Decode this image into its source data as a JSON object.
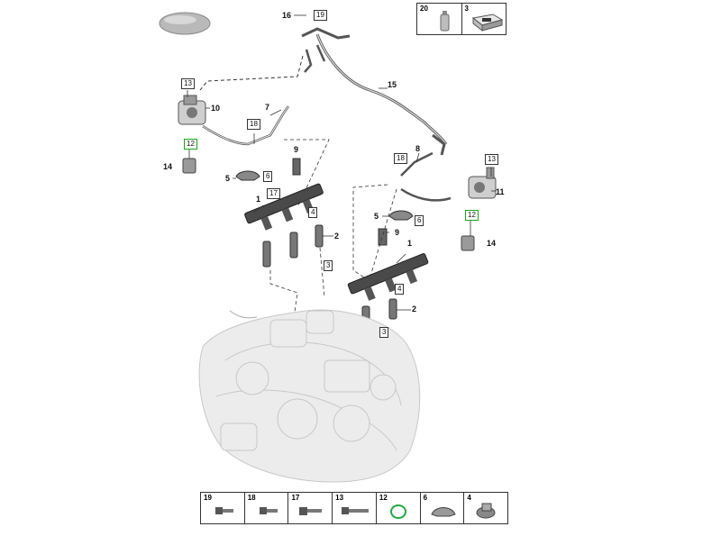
{
  "callouts": {
    "c16": "16",
    "c19_top": "19",
    "c13_left": "13",
    "c10": "10",
    "c7": "7",
    "c18_left": "18",
    "c12_left": "12",
    "c14_left": "14",
    "c9_left": "9",
    "c5_left": "5",
    "c6_left": "6",
    "c17": "17",
    "c1_left": "1",
    "c4_left": "4",
    "c2_left": "2",
    "c3_left": "3",
    "c15": "15",
    "c8": "8",
    "c18_right": "18",
    "c13_right": "13",
    "c11": "11",
    "c12_right": "12",
    "c14_right": "14",
    "c5_right": "5",
    "c6_right": "6",
    "c9_right": "9",
    "c1_right": "1",
    "c4_right": "4",
    "c2_right": "2",
    "c3_right": "3"
  },
  "kit_box": [
    {
      "number": "20",
      "icon": "spray-can-icon"
    },
    {
      "number": "3",
      "icon": "parts-kit-box-icon"
    }
  ],
  "parts_legend": [
    {
      "number": "19",
      "icon": "bolt-icon"
    },
    {
      "number": "18",
      "icon": "bolt-icon"
    },
    {
      "number": "17",
      "icon": "bolt-icon"
    },
    {
      "number": "13",
      "icon": "long-bolt-icon"
    },
    {
      "number": "12",
      "icon": "o-ring-icon"
    },
    {
      "number": "6",
      "icon": "clip-icon"
    },
    {
      "number": "4",
      "icon": "bracket-clip-icon"
    }
  ],
  "colors": {
    "line": "#333333",
    "part_dark": "#4a4a4a",
    "engine_light": "#d8d8d8",
    "highlight_green": "#1aa31a",
    "o_ring": "#22aa44"
  }
}
